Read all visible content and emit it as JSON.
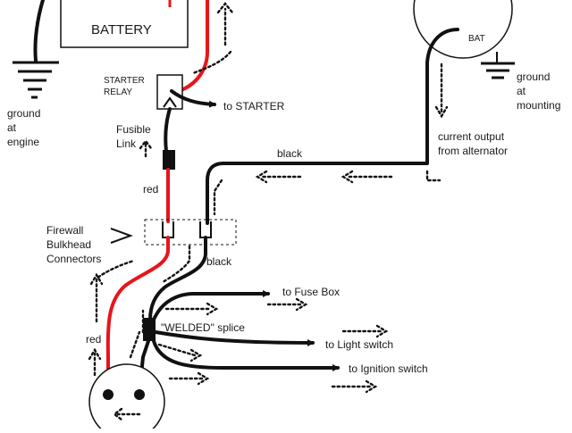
{
  "labels": {
    "battery": "BATTERY",
    "starter_relay_line1": "STARTER",
    "starter_relay_line2": "RELAY",
    "to_starter": "to STARTER",
    "ground_engine_1": "ground",
    "ground_engine_2": "at",
    "ground_engine_3": "engine",
    "bat": "BAT",
    "ground_mount_1": "ground",
    "ground_mount_2": "at",
    "ground_mount_3": "mounting",
    "fusible_link_1": "Fusible",
    "fusible_link_2": "Link",
    "red_upper": "red",
    "black_top": "black",
    "current_output_1": "current output",
    "current_output_2": "from alternator",
    "firewall_1": "Firewall",
    "firewall_2": "Bulkhead",
    "firewall_3": "Connectors",
    "black_lower": "black",
    "to_fuse_box": "to Fuse Box",
    "welded_splice": "\"WELDED\" splice",
    "to_light_switch": "to Light switch",
    "to_ignition_switch": "to Ignition switch",
    "red_lower": "red"
  },
  "colors": {
    "red_wire": "#e8141b",
    "black_wire": "#111111"
  }
}
